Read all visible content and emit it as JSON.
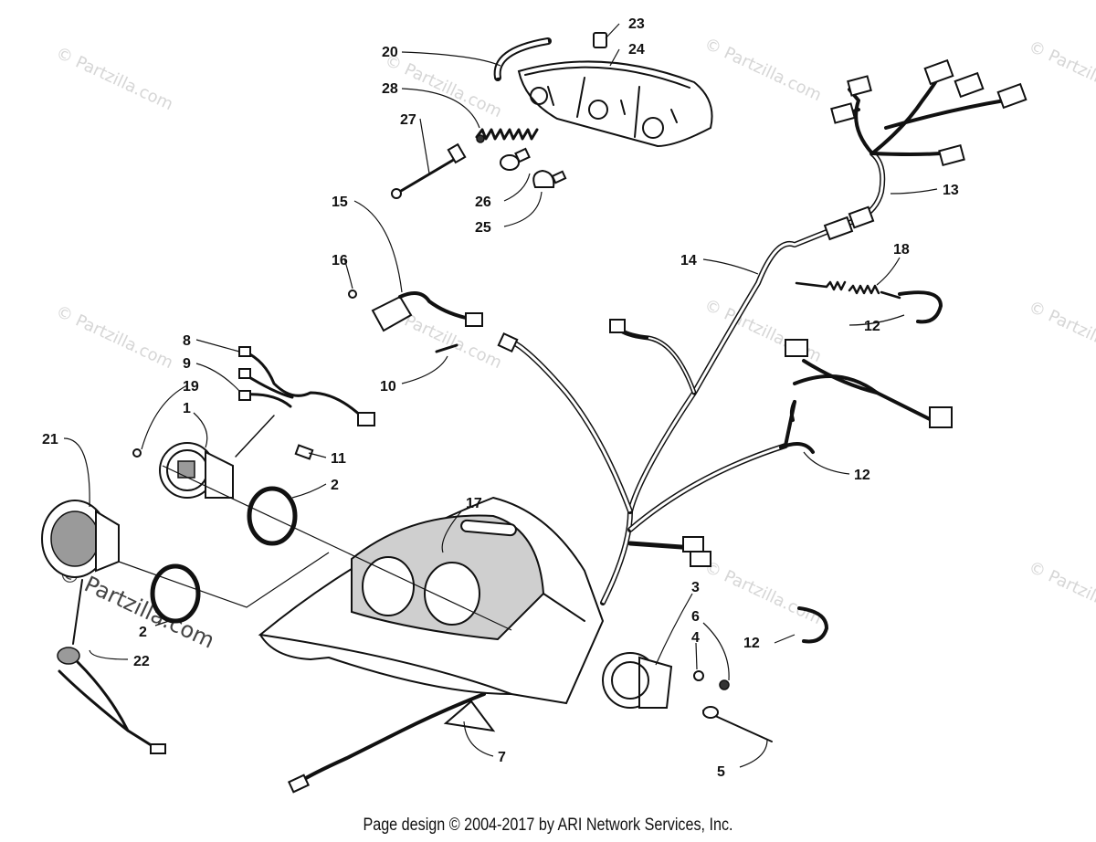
{
  "callouts": [
    {
      "id": "c20",
      "text": "20"
    },
    {
      "id": "c23",
      "text": "23"
    },
    {
      "id": "c24",
      "text": "24"
    },
    {
      "id": "c28",
      "text": "28"
    },
    {
      "id": "c27",
      "text": "27"
    },
    {
      "id": "c26",
      "text": "26"
    },
    {
      "id": "c25",
      "text": "25"
    },
    {
      "id": "c15",
      "text": "15"
    },
    {
      "id": "c16",
      "text": "16"
    },
    {
      "id": "c10",
      "text": "10"
    },
    {
      "id": "c8",
      "text": "8"
    },
    {
      "id": "c9",
      "text": "9"
    },
    {
      "id": "c19",
      "text": "19"
    },
    {
      "id": "c1",
      "text": "1"
    },
    {
      "id": "c11",
      "text": "11"
    },
    {
      "id": "c2a",
      "text": "2"
    },
    {
      "id": "c21",
      "text": "21"
    },
    {
      "id": "c2b",
      "text": "2"
    },
    {
      "id": "c22",
      "text": "22"
    },
    {
      "id": "c17",
      "text": "17"
    },
    {
      "id": "c13",
      "text": "13"
    },
    {
      "id": "c14",
      "text": "14"
    },
    {
      "id": "c18",
      "text": "18"
    },
    {
      "id": "c12a",
      "text": "12"
    },
    {
      "id": "c12b",
      "text": "12"
    },
    {
      "id": "c12c",
      "text": "12"
    },
    {
      "id": "c3",
      "text": "3"
    },
    {
      "id": "c6",
      "text": "6"
    },
    {
      "id": "c4",
      "text": "4"
    },
    {
      "id": "c5",
      "text": "5"
    },
    {
      "id": "c7",
      "text": "7"
    }
  ],
  "watermark": {
    "text": "© Partzilla.com",
    "prominent_text": "© Partzilla.com"
  },
  "footer": {
    "text": "Page design © 2004-2017 by ARI Network Services, Inc."
  },
  "colors": {
    "ink": "#111111",
    "watermark": "#d6d6d6",
    "background": "#ffffff"
  }
}
